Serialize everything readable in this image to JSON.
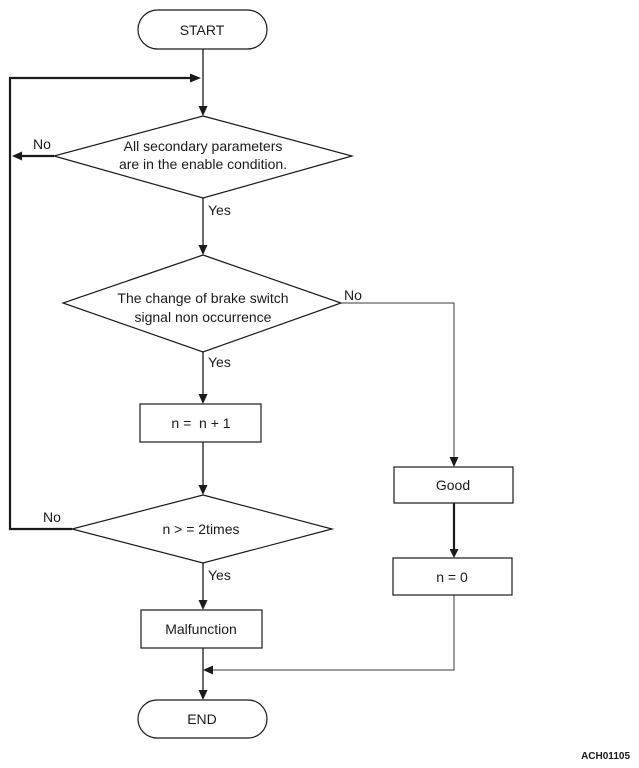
{
  "nodes": {
    "start": "START",
    "check_enable": [
      "All secondary parameters",
      "are in the enable condition."
    ],
    "check_brake": [
      "The change of brake switch",
      "signal non occurrence"
    ],
    "increment": "n =  n + 1",
    "check_count": "n > = 2times",
    "malfunction": "Malfunction",
    "good": "Good",
    "reset": "n = 0",
    "end": "END"
  },
  "edges": {
    "enable_no": "No",
    "enable_yes": "Yes",
    "brake_no": "No",
    "brake_yes": "Yes",
    "count_no": "No",
    "count_yes": "Yes"
  },
  "figure_code": "ACH01105"
}
